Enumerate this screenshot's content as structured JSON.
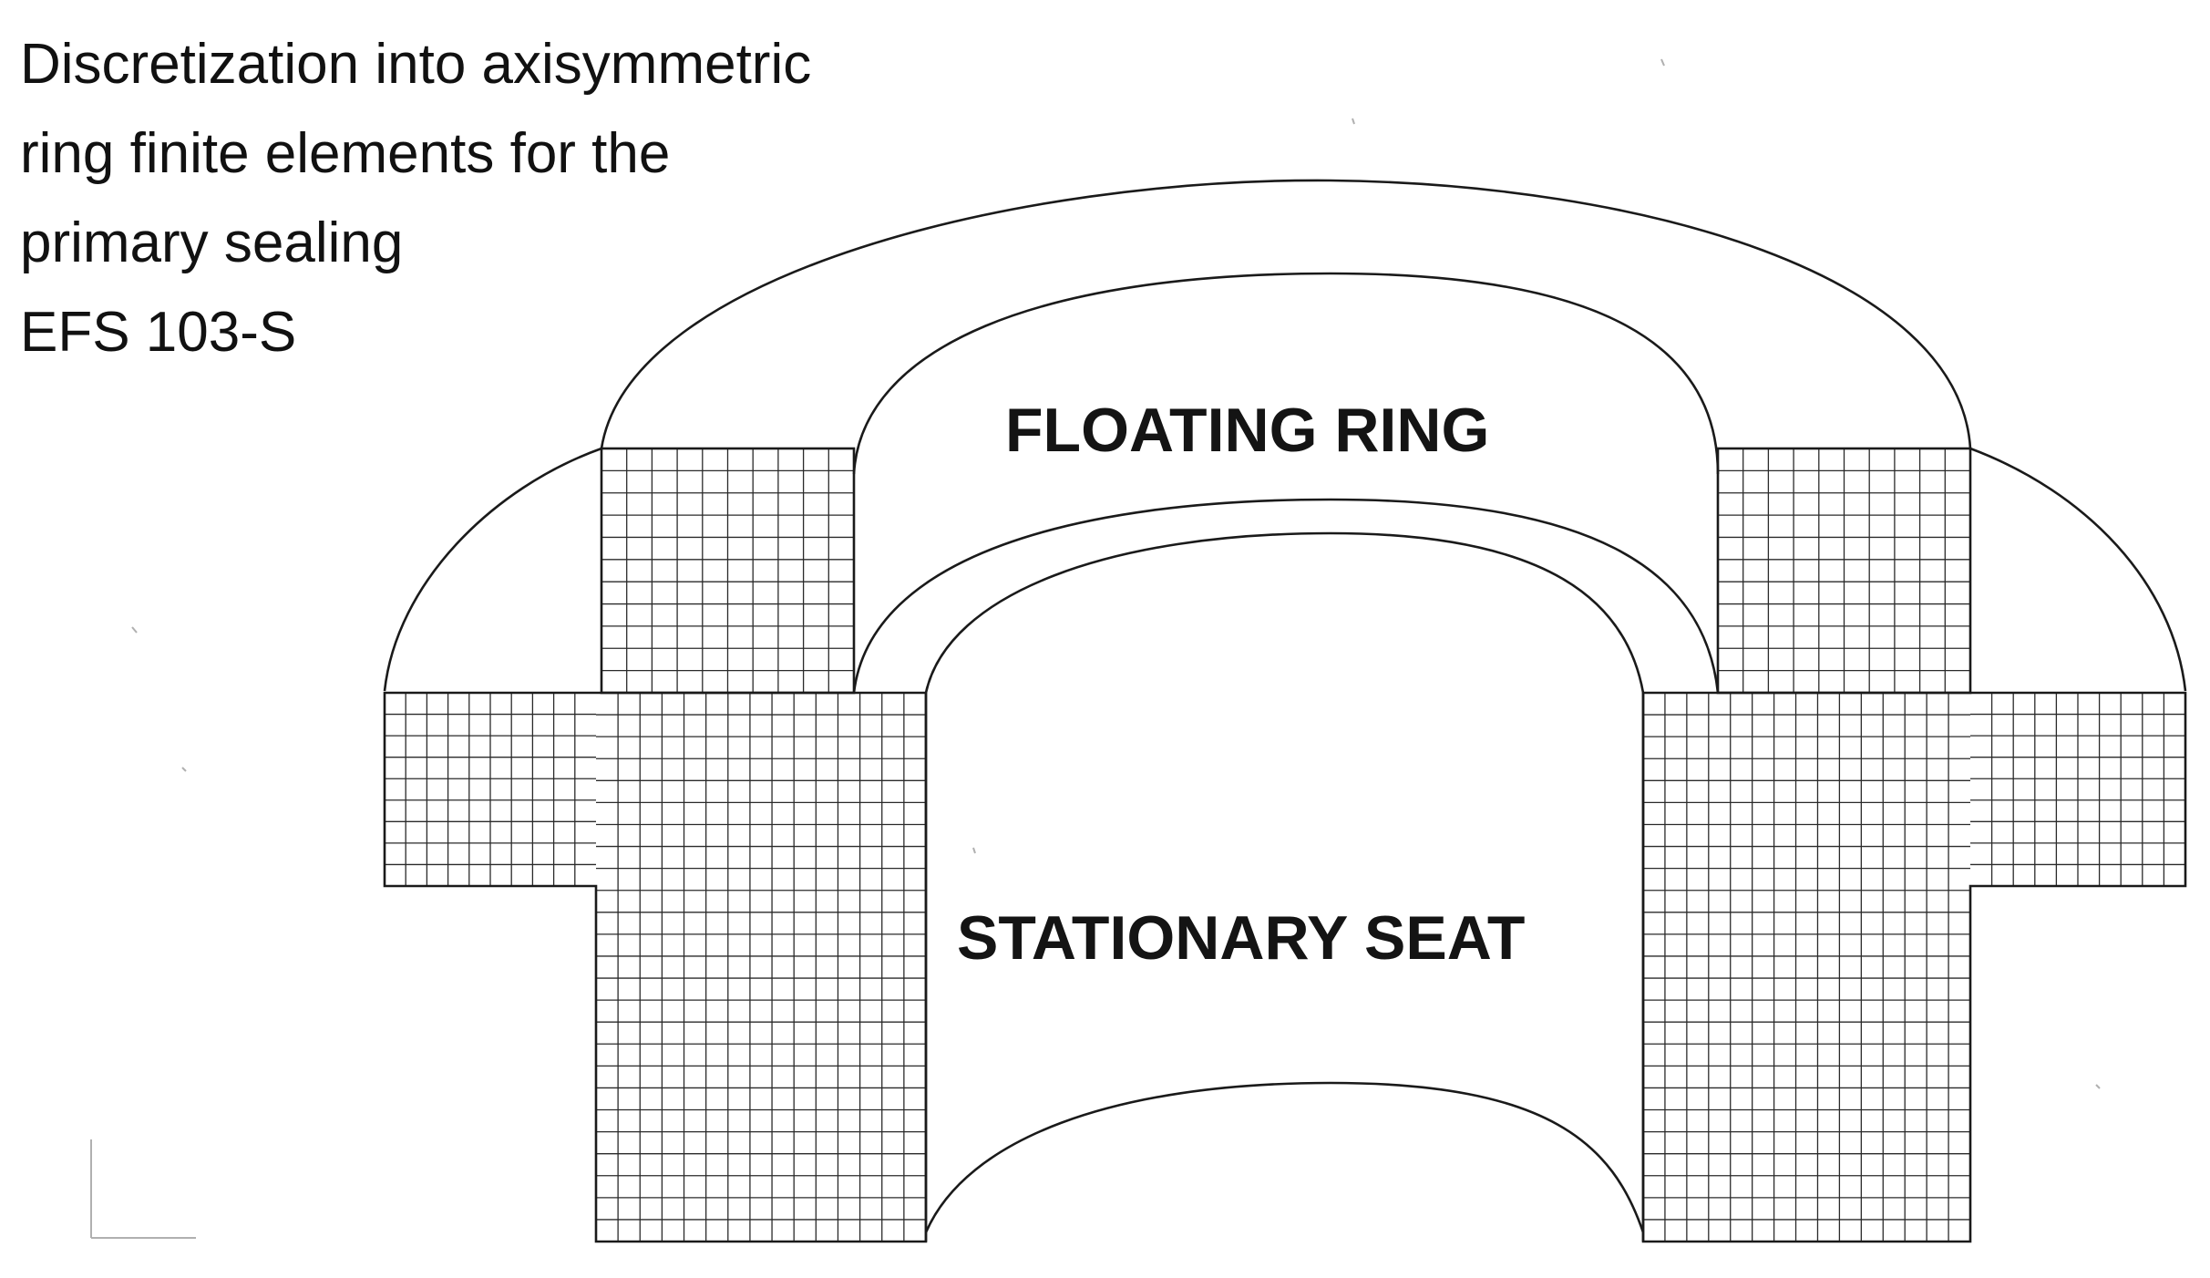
{
  "title": {
    "lines": [
      "Discretization into axisymmetric",
      "ring finite elements for the",
      "primary sealing",
      "EFS 103-S"
    ]
  },
  "labels": {
    "floating_ring": "FLOATING RING",
    "stationary_seat": "STATIONARY SEAT"
  },
  "colors": {
    "ink": "#1a1a1a",
    "background": "#ffffff"
  }
}
